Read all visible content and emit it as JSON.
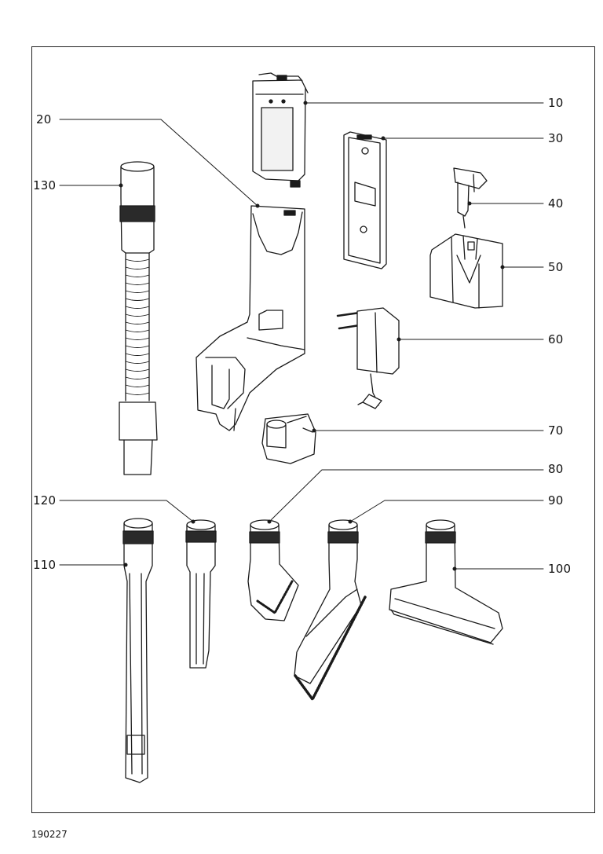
{
  "document_number": "190227",
  "callouts": {
    "c10": "10",
    "c20": "20",
    "c30": "30",
    "c40": "40",
    "c50": "50",
    "c60": "60",
    "c70": "70",
    "c80": "80",
    "c90": "90",
    "c100": "100",
    "c110": "110",
    "c120": "120",
    "c130": "130"
  },
  "colors": {
    "line": "#1a1a1a",
    "fill": "#ffffff",
    "shade": "#d8d8d8",
    "dark": "#2a2a2a"
  }
}
